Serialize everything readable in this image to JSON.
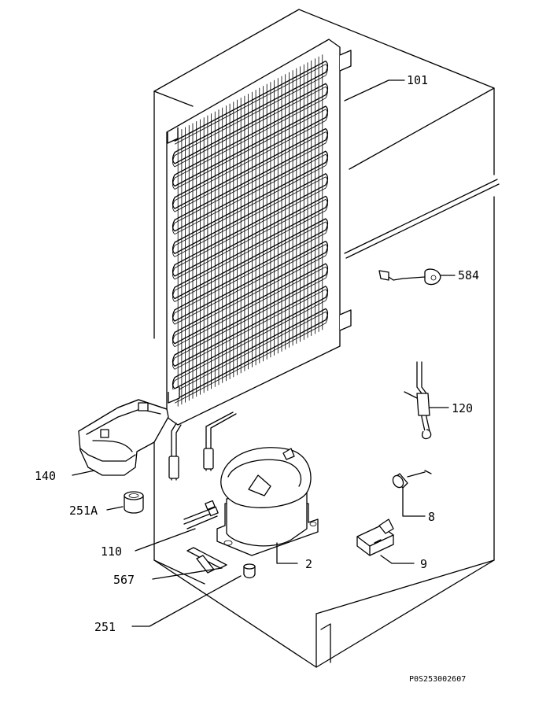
{
  "labels": {
    "p101": "101",
    "p584": "584",
    "p120": "120",
    "p140": "140",
    "p251a": "251A",
    "p8": "8",
    "p110": "110",
    "p2": "2",
    "p567": "567",
    "p9": "9",
    "p251": "251"
  },
  "drawing_ref": "P0S253002607"
}
